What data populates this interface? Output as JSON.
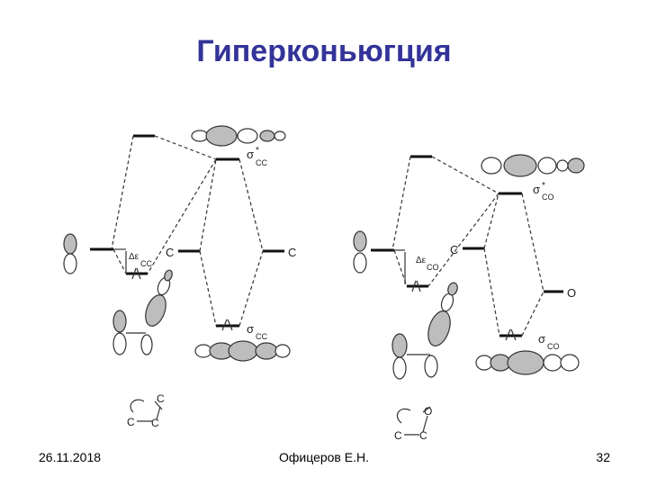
{
  "slide": {
    "title": "Гиперконьюгция",
    "footer_date": "26.11.2018",
    "footer_author": "Офицеров Е.Н.",
    "page_number": "32"
  },
  "left_diagram": {
    "sigma_star_label": "σ",
    "sigma_star_sub": "CC",
    "sigma_star_sup": "*",
    "sigma_label": "σ",
    "sigma_sub": "CC",
    "delta_label": "Δε",
    "delta_sub": "CC",
    "atom_left": "C",
    "atom_right": "C",
    "scheme_c1": "C",
    "scheme_c2": "C",
    "scheme_c3": "C"
  },
  "right_diagram": {
    "sigma_star_label": "σ",
    "sigma_star_sub": "CO",
    "sigma_star_sup": "*",
    "sigma_label": "σ",
    "sigma_sub": "CO",
    "delta_label": "Δε",
    "delta_sub": "CO",
    "atom_left": "C",
    "atom_right": "O",
    "scheme_c1": "C",
    "scheme_c2": "C",
    "scheme_o": "O"
  }
}
